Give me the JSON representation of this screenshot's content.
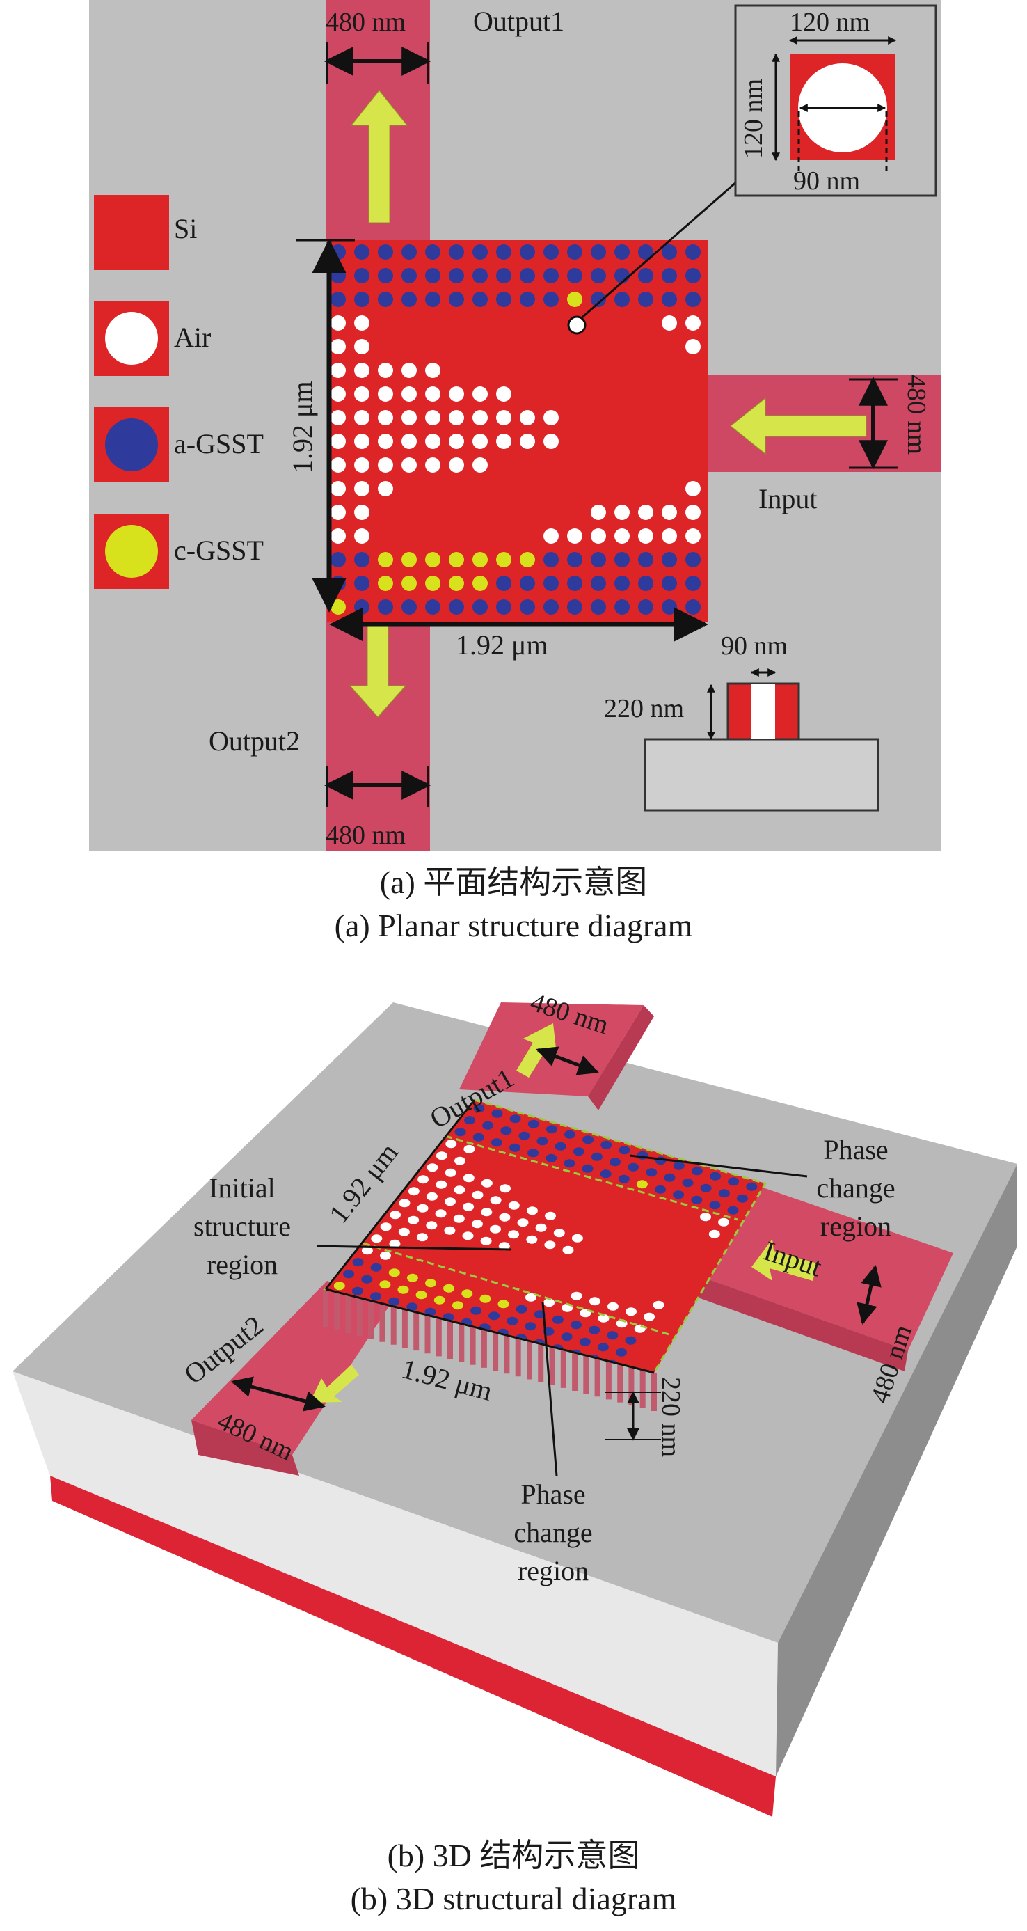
{
  "panel_a": {
    "top_width_label": "480 nm",
    "output1_label": "Output1",
    "inset_top_label": "120 nm",
    "inset_side_label": "120 nm",
    "inset_bottom_label": "90 nm",
    "right_width_label": "480 nm",
    "input_label": "Input",
    "height_label": "1.92 μm",
    "width_label": "1.92 μm",
    "bottom_width_label": "480 nm",
    "output2_label": "Output2",
    "section_width_label": "90 nm",
    "section_height_label": "220 nm",
    "legend": [
      {
        "label": "Si",
        "color": "#dd2427"
      },
      {
        "label": "Air",
        "color": "#ffffff"
      },
      {
        "label": "a-GSST",
        "color": "#2e3a9c"
      },
      {
        "label": "c-GSST",
        "color": "#d7e21c"
      }
    ],
    "colors": {
      "background": "#bfbfbf",
      "si": "#dd2427",
      "waveguide": "#cf4863",
      "air": "#ffffff",
      "a_gsst": "#2e3a9c",
      "c_gsst": "#d7e21c",
      "arrow": "#d6e64a"
    }
  },
  "caption_a": {
    "cn": "(a) 平面结构示意图",
    "en": "(a) Planar structure diagram"
  },
  "panel_b": {
    "output1_label": "Output1",
    "output1_width_label": "480 nm",
    "size_label_left": "1.92 μm",
    "phase_change_top": [
      "Phase",
      "change",
      "region"
    ],
    "initial_region": [
      "Initial",
      "structure",
      "region"
    ],
    "input_label": "Input",
    "input_width_label": "480 nm",
    "output2_label": "Output2",
    "output2_width_label": "480 nm",
    "size_label_bottom": "1.92 μm",
    "thickness_label": "220 nm",
    "phase_change_bottom": [
      "Phase",
      "change",
      "region"
    ]
  },
  "caption_b": {
    "cn": "(b) 3D 结构示意图",
    "en": "(b) 3D structural diagram"
  }
}
